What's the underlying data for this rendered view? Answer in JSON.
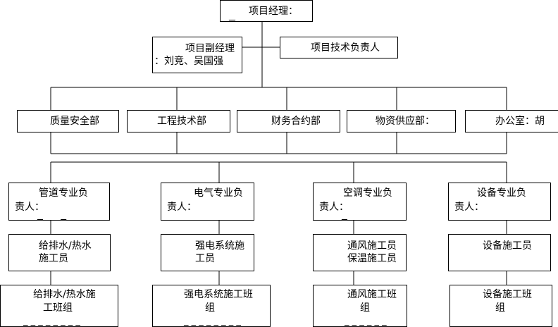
{
  "pm": {
    "label": "项目经理："
  },
  "deputy": {
    "label": "项目副经理",
    "names": "：刘竞、吴国强"
  },
  "tech_lead": {
    "label": "项目技术负责人"
  },
  "departments": [
    {
      "label": "质量安全部"
    },
    {
      "label": "工程技术部"
    },
    {
      "label": "财务合约部"
    },
    {
      "label": "物资供应部："
    },
    {
      "label": "办公室：胡"
    }
  ],
  "specialties": [
    {
      "line1": "管道专业负",
      "line2": "责人："
    },
    {
      "line1": "电气专业负",
      "line2": "责人："
    },
    {
      "line1": "空调专业负",
      "line2": "责人："
    },
    {
      "line1": "设备专业负",
      "line2": "责人："
    }
  ],
  "workers": [
    {
      "line1": "给排水/热水",
      "line2": "施工员"
    },
    {
      "line1": "强电系统施",
      "line2": "工员"
    },
    {
      "line1": "通风施工员",
      "line2": "保温施工员"
    },
    {
      "line1": "设备施工员",
      "line2": ""
    }
  ],
  "teams": [
    {
      "line1": "给排水/热水施",
      "line2": "工班组"
    },
    {
      "line1": "强电系统施工班",
      "line2": "组"
    },
    {
      "line1": "通风施工班",
      "line2": "组"
    },
    {
      "line1": "设备施工班",
      "line2": "组"
    }
  ]
}
